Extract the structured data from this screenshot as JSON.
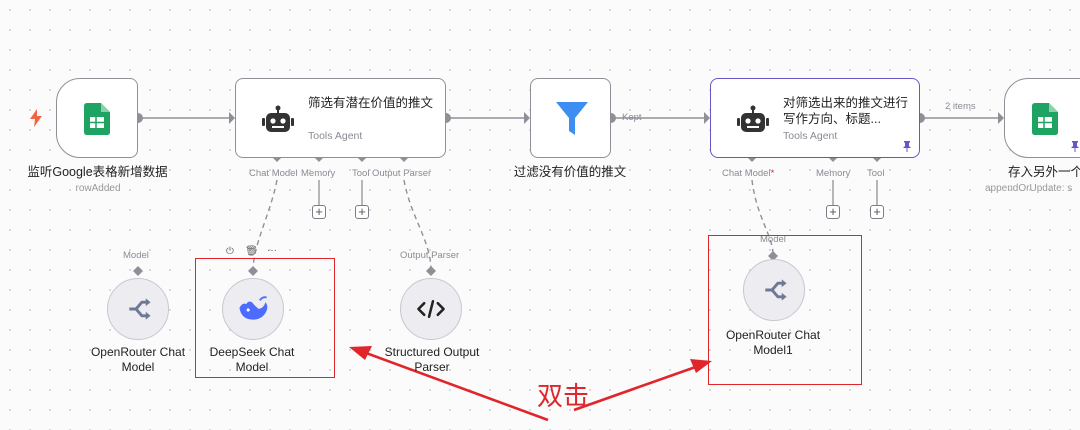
{
  "nodes": {
    "trigger": {
      "label": "监听Google表格新增数据",
      "sub": "rowAdded"
    },
    "agent1": {
      "title": "筛选有潜在价值的推文",
      "sub": "Tools Agent",
      "ports": [
        "Chat Model",
        "Memory",
        "Tool",
        "Output Parser"
      ]
    },
    "filter": {
      "label": "过滤没有价值的推文"
    },
    "agent2": {
      "title": "对筛选出来的推文进行写作方向、标题...",
      "sub": "Tools Agent",
      "ports": [
        "Chat Model*",
        "Memory",
        "Tool"
      ]
    },
    "sheet2": {
      "label": "存入另外一个表",
      "sub": "appendOrUpdate: s"
    },
    "openrouter1": {
      "port": "Model",
      "label": "OpenRouter Chat Model"
    },
    "deepseek": {
      "label": "DeepSeek Chat Model",
      "toolbar": [
        "⏻",
        "🗑",
        "···"
      ]
    },
    "parser": {
      "port": "Output Parser",
      "label": "Structured Output Parser"
    },
    "openrouter2": {
      "port": "Model",
      "label": "OpenRouter Chat Model1"
    }
  },
  "edges": {
    "kept": "Kept",
    "items": "2 items"
  },
  "annotation": {
    "text": "双击"
  },
  "colors": {
    "accent": "#6b55c6",
    "red": "#e0262a",
    "sheets": "#1ea362",
    "filter": "#3d8ef0",
    "deepseek": "#4d6bfe"
  }
}
